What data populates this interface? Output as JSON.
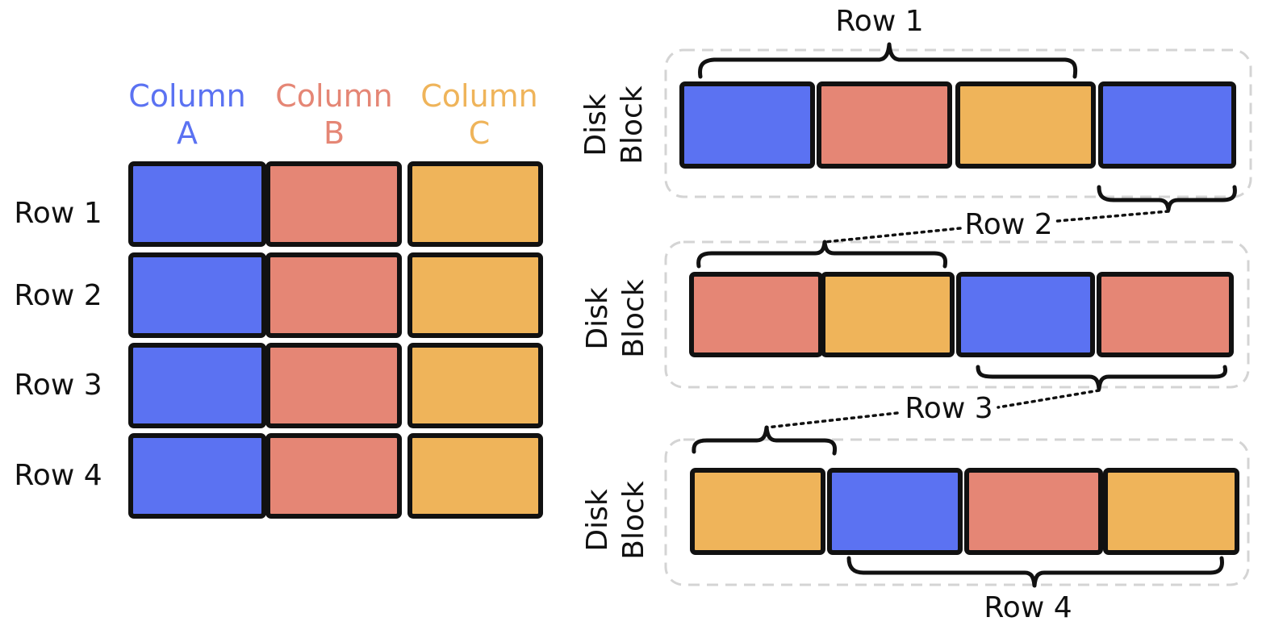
{
  "colors": {
    "A": "#5B72F2",
    "B": "#E58675",
    "C": "#EFB45A",
    "outline": "#111111",
    "block_border": "#D4D4D4"
  },
  "table": {
    "columns": [
      {
        "key": "A",
        "line1": "Column",
        "line2": "A"
      },
      {
        "key": "B",
        "line1": "Column",
        "line2": "B"
      },
      {
        "key": "C",
        "line1": "Column",
        "line2": "C"
      }
    ],
    "rows": [
      "Row 1",
      "Row 2",
      "Row 3",
      "Row 4"
    ]
  },
  "disk": {
    "block_label_line1": "Disk",
    "block_label_line2": "Block",
    "blocks": [
      [
        "A",
        "B",
        "C",
        "A"
      ],
      [
        "B",
        "C",
        "A",
        "B"
      ],
      [
        "C",
        "A",
        "B",
        "C"
      ]
    ],
    "row_labels": [
      "Row 1",
      "Row 2",
      "Row 3",
      "Row 4"
    ]
  }
}
